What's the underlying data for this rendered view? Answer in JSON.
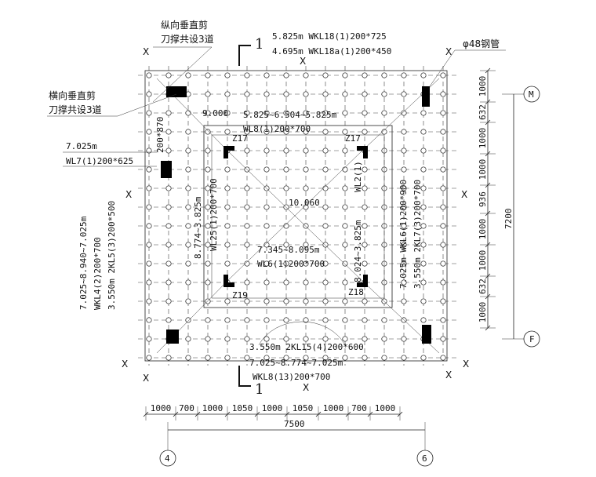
{
  "labels": {
    "zong_brace": [
      "纵向垂直剪",
      "刀撑共设3道"
    ],
    "heng_brace": [
      "横向垂直剪",
      "刀撑共设3道"
    ],
    "pipe": "φ48钢管",
    "sec_top": "1",
    "sec_bot": "1",
    "wkl18_1": "5.825m WKL18(1)200*725",
    "wkl18a": "4.695m WKL18a(1)200*450",
    "h_9000": "9.000",
    "h_5825": "5.825~6.504~5.825m",
    "wl8": "WL8(1)200*700",
    "h_7025": "7.025m",
    "wl7": "WL7(1)200*625",
    "b200_870": "200*870",
    "z17a": "Z17",
    "z17b": "Z17",
    "z19": "Z19",
    "z18": "Z18",
    "h_10060": "10.060",
    "h_7345": "7.345~8.095m",
    "wl6": "WL6(1)200*700",
    "wl2": "WL2(1)",
    "v_8774": "8.774~3.825m",
    "v_wl25": "WL25(1)200*700",
    "v_8024": "8.024~3.825m",
    "v_wkl6": "7.025m WKL6(1)200*900",
    "v_2kl7": "3.550m 2KL7(3)200*700",
    "v_left1": "7.025~8.940~7.025m",
    "v_left2": "WKL4(2)200*700",
    "v_left3": "3.550m 2KL5(3)200*500",
    "b_2kl15": "3.550m 2KL15(4)200*600",
    "b_7025": "7.025~8.774~7.025m",
    "b_wkl8": "WKL8(13)200*700",
    "x": "X",
    "dims_bottom": [
      "1000",
      "700",
      "1000",
      "1050",
      "1000",
      "1050",
      "1000",
      "700",
      "1000"
    ],
    "dim_total_bottom": "7500",
    "dims_right": [
      "1000",
      "632",
      "1000",
      "1000",
      "936",
      "1000",
      "1000",
      "632",
      "1000"
    ],
    "dim_total_right": "7200",
    "axis_4": "4",
    "axis_6": "6",
    "axis_M": "M",
    "axis_F": "F"
  }
}
